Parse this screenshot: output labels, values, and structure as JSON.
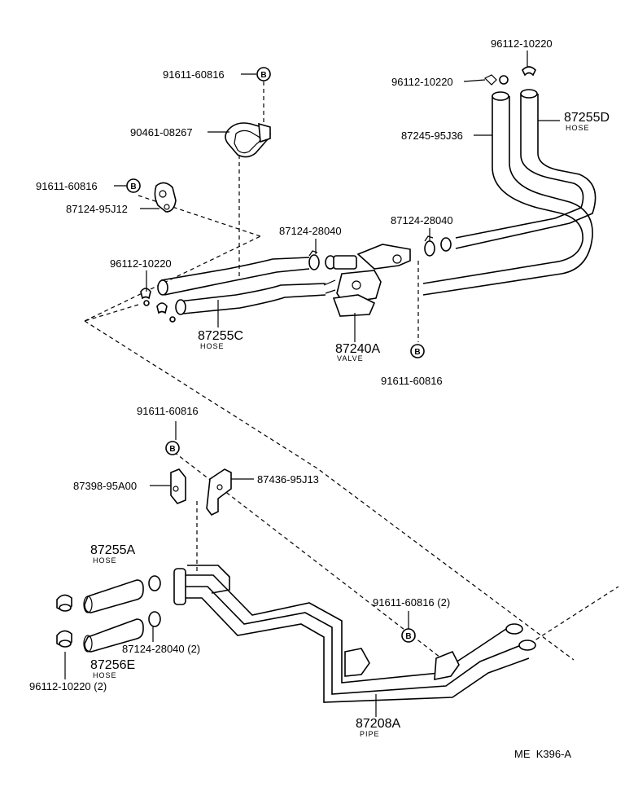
{
  "labels": {
    "b_910_top": "91611-60816",
    "gasket": "90461-08267",
    "b_910_left": "91611-60816",
    "clamp_95j12": "87124-95J12",
    "clip_top_left": "96112-10220",
    "hose_c": "87255C",
    "hose_c_sub": "HOSE",
    "clamp_28040_mid": "87124-28040",
    "clamp_28040_right": "87124-28040",
    "valve": "87240A",
    "valve_sub": "VALVE",
    "b_910_valve": "91611-60816",
    "clip_top_right_1": "96112-10220",
    "clip_top_right_2": "96112-10220",
    "hose_d": "87255D",
    "hose_d_sub": "HOSE",
    "pipe_95j36": "87245-95J36",
    "b_910_lower": "91611-60816",
    "bracket_95a00": "87398-95A00",
    "bracket_95j13": "87436-95J13",
    "hose_a": "87255A",
    "hose_a_sub": "HOSE",
    "hose_e": "87256E",
    "hose_e_sub": "HOSE",
    "clamp_28040_2": "87124-28040 (2)",
    "clip_lower_2": "96112-10220 (2)",
    "b_910_right_2": "91611-60816 (2)",
    "pipe_a": "87208A",
    "pipe_a_sub": "PIPE",
    "ref_code": "ME  K396-A",
    "b_marker": "B"
  }
}
